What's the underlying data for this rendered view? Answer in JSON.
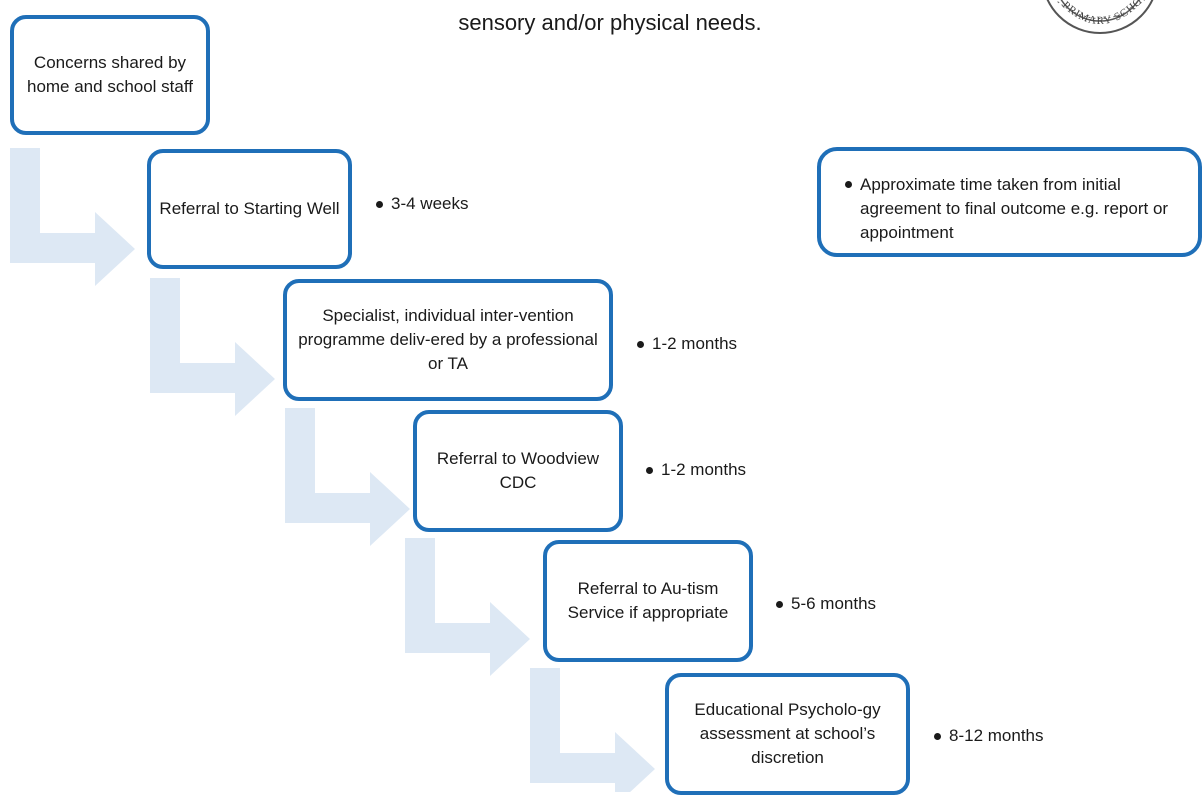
{
  "page": {
    "heading": "sensory and/or physical needs."
  },
  "steps": [
    {
      "label": "Concerns shared by home and school staff",
      "time": ""
    },
    {
      "label": "Referral to Starting Well",
      "time": "3-4 weeks"
    },
    {
      "label": "Specialist, individual inter-vention programme deliv-ered by a professional or TA",
      "time": "1-2 months"
    },
    {
      "label": "Referral to Woodview CDC",
      "time": "1-2 months"
    },
    {
      "label": "Referral to Au-tism Service if appropriate",
      "time": "5-6 months"
    },
    {
      "label": "Educational Psycholo-gy assessment at school’s discretion",
      "time": "8-12 months"
    }
  ],
  "legend": {
    "text": "Approximate time taken from initial agreement to final outcome e.g. report or appointment"
  },
  "seal": {
    "text": "PRIMARY SCHOOL"
  },
  "colors": {
    "border": "#1f6fb8",
    "arrow": "#dde8f4"
  }
}
